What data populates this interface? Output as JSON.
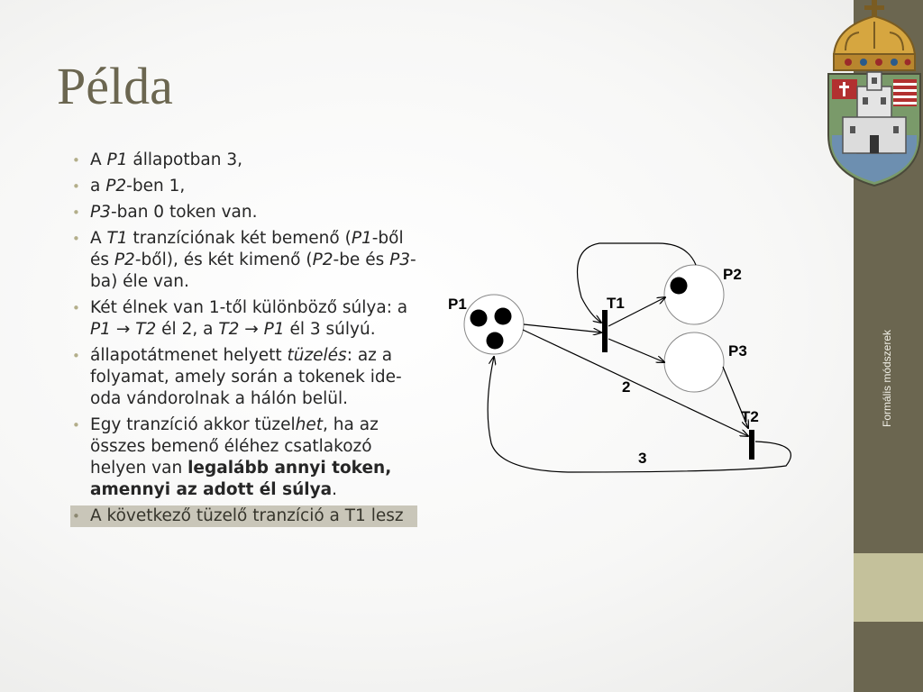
{
  "slide": {
    "title": "Példa",
    "sidebar_text": "Formális módszerek",
    "bullets": [
      [
        {
          "t": "A "
        },
        {
          "t": "P1",
          "i": true
        },
        {
          "t": " állapotban 3,"
        }
      ],
      [
        {
          "t": "a "
        },
        {
          "t": "P2",
          "i": true
        },
        {
          "t": "-ben 1,"
        }
      ],
      [
        {
          "t": "P3",
          "i": true
        },
        {
          "t": "-ban 0 token van."
        }
      ],
      [
        {
          "t": "A "
        },
        {
          "t": "T1",
          "i": true
        },
        {
          "t": " tranzíciónak két bemenő ("
        },
        {
          "t": "P1",
          "i": true
        },
        {
          "t": "-ből és "
        },
        {
          "t": "P2",
          "i": true
        },
        {
          "t": "-ből), és két kimenő ("
        },
        {
          "t": "P2",
          "i": true
        },
        {
          "t": "-be és "
        },
        {
          "t": "P3",
          "i": true
        },
        {
          "t": "-ba) éle van."
        }
      ],
      [
        {
          "t": "Két élnek van 1-től különböző súlya: a "
        },
        {
          "t": "P1",
          "i": true
        },
        {
          "t": " → ",
          "i": true
        },
        {
          "t": "T2",
          "i": true
        },
        {
          "t": " él 2, a "
        },
        {
          "t": "T2",
          "i": true
        },
        {
          "t": " → ",
          "i": true
        },
        {
          "t": "P1",
          "i": true
        },
        {
          "t": " él 3 súlyú."
        }
      ],
      [
        {
          "t": "állapotátmenet helyett "
        },
        {
          "t": "tüzelés",
          "i": true
        },
        {
          "t": ": az a folyamat, amely során a tokenek ide-oda vándorolnak a hálón belül."
        }
      ],
      [
        {
          "t": "Egy tranzíció akkor tüzel"
        },
        {
          "t": "het",
          "i": true
        },
        {
          "t": ", ha az összes bemenő éléhez csatlakozó helyen van "
        },
        {
          "t": "legalább annyi token, amennyi az adott él súlya",
          "b": true
        },
        {
          "t": "."
        }
      ],
      [
        {
          "t": "A következő tüzelő tranzíció a T1 lesz"
        }
      ]
    ],
    "highlighted_bullet": 7,
    "diagram": {
      "places": [
        {
          "label": "P1",
          "tokens": 3
        },
        {
          "label": "P2",
          "tokens": 1
        },
        {
          "label": "P3",
          "tokens": 0
        }
      ],
      "transitions": [
        "T1",
        "T2"
      ],
      "weights": {
        "p1_to_t2": "2",
        "t2_to_p1": "3"
      }
    }
  }
}
